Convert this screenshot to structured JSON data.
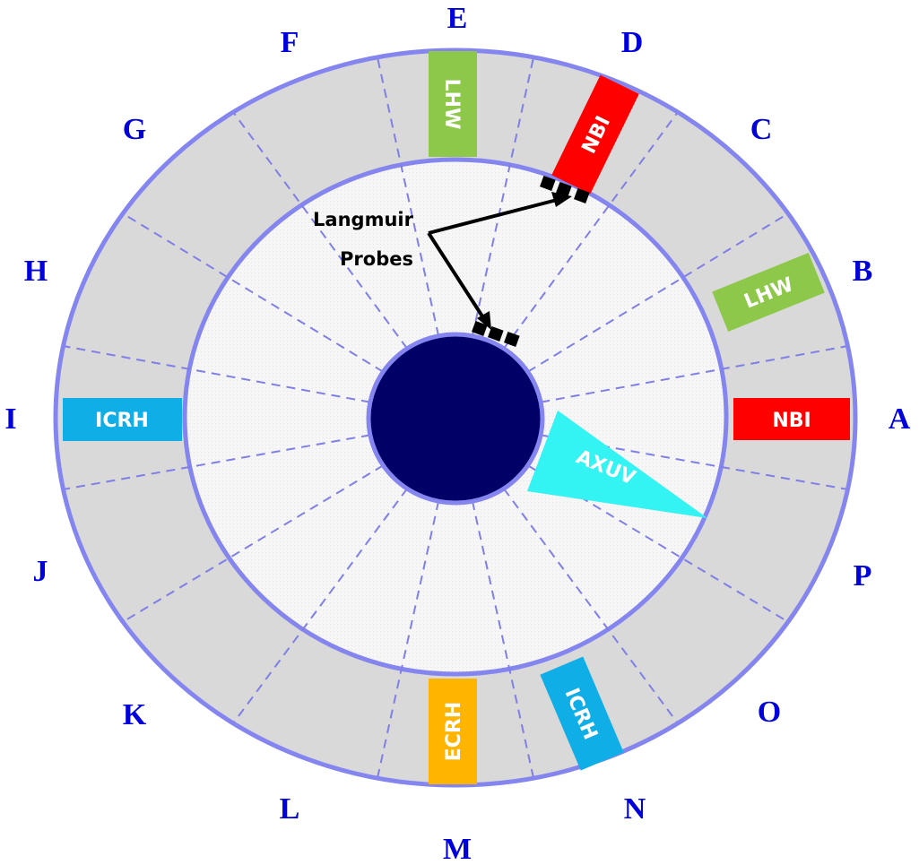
{
  "sectors": [
    "A",
    "B",
    "C",
    "D",
    "E",
    "F",
    "G",
    "H",
    "I",
    "J",
    "K",
    "L",
    "M",
    "N",
    "O",
    "P"
  ],
  "ports": {
    "nbi_a": {
      "label": "NBI",
      "color": "#ff0000"
    },
    "lhw_b": {
      "label": "LHW",
      "color": "#8dc84a"
    },
    "nbi_d": {
      "label": "NBI",
      "color": "#ff0000"
    },
    "lhw_e": {
      "label": "LHW",
      "color": "#8dc84a"
    },
    "icrh_i": {
      "label": "ICRH",
      "color": "#10aee6"
    },
    "ecrh_m": {
      "label": "ECRH",
      "color": "#ffb400"
    },
    "icrh_n": {
      "label": "ICRH",
      "color": "#10aee6"
    }
  },
  "axuv": {
    "label": "AXUV",
    "color": "#33f3f3"
  },
  "probes": {
    "line1": "Langmuir",
    "line2": "Probes"
  },
  "colors": {
    "ring": "#8585f0",
    "band": "#d9d9d9",
    "core": "#000066",
    "sector_label": "#0000dd"
  }
}
